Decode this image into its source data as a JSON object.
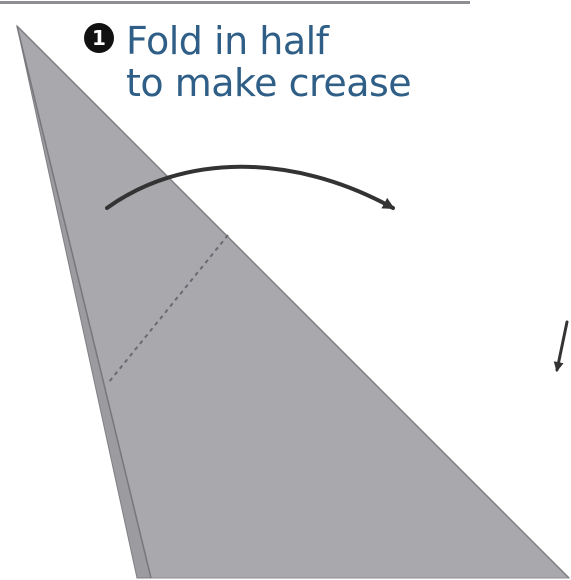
{
  "step": {
    "number": "1",
    "instruction_line_1": "Fold in half",
    "instruction_line_2": "to make crease"
  },
  "colors": {
    "paper": "#a8a8ad",
    "paper_shadow": "#9b9ba0",
    "edge": "#77777c",
    "crease": "#6a6a70",
    "arrow": "#333333",
    "text": "#2f5f86",
    "frame": "#8e8e93"
  },
  "icons": {
    "fold_arrow": "curved-arrow-icon",
    "step_marker": "numbered-circle-icon"
  }
}
